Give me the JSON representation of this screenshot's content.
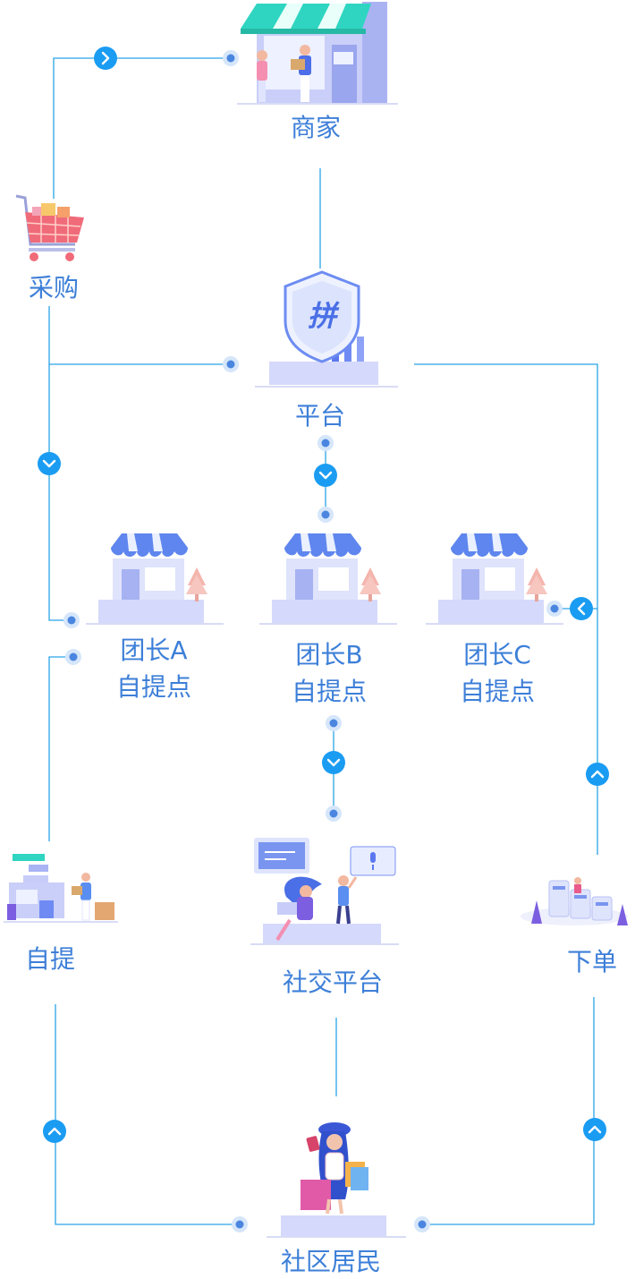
{
  "nodes": {
    "merchant": "商家",
    "purchase": "采购",
    "platform": "平台",
    "leader_a": {
      "line1": "团长A",
      "line2": "自提点"
    },
    "leader_b": {
      "line1": "团长B",
      "line2": "自提点"
    },
    "leader_c": {
      "line1": "团长C",
      "line2": "自提点"
    },
    "pickup": "自提",
    "social": "社交平台",
    "order": "下单",
    "residents": "社区居民"
  },
  "platform_logo_text": "拼",
  "colors": {
    "line": "#2aa3e6",
    "arrow": "#1a9cf2",
    "dot": "#4a86e0",
    "label": "#3d7fd8"
  }
}
